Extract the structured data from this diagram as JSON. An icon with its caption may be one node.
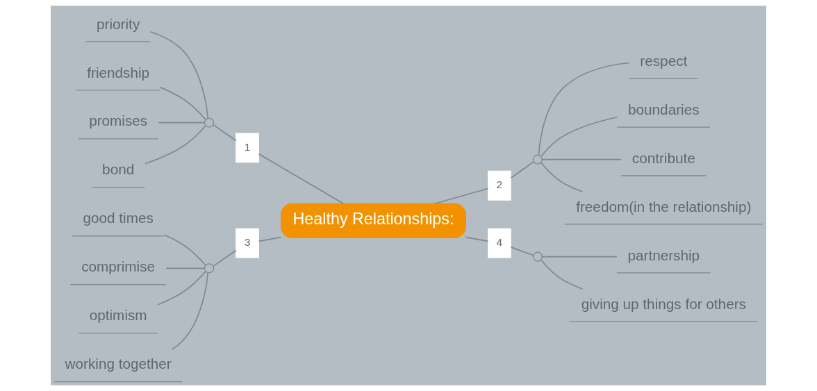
{
  "diagram": {
    "nodes": [
      {
        "text": [
          "Healthy Relationships:"
        ]
      },
      {
        "text": [
          "1"
        ]
      },
      {
        "text": [],
        "shape": "circle"
      },
      {
        "text": [
          "priority"
        ]
      },
      {
        "text": [
          "friendship"
        ]
      },
      {
        "text": [
          "promises"
        ]
      },
      {
        "text": [
          "bond"
        ]
      },
      {
        "text": [
          "2"
        ]
      },
      {
        "text": [],
        "shape": "circle"
      },
      {
        "text": [
          "respect"
        ]
      },
      {
        "text": [
          "boundaries"
        ]
      },
      {
        "text": [
          "contribute"
        ]
      },
      {
        "text": [
          "freedom(in the relationship)"
        ]
      },
      {
        "text": [
          "3"
        ]
      },
      {
        "text": [],
        "shape": "circle"
      },
      {
        "text": [
          "good times"
        ]
      },
      {
        "text": [
          "comprimise"
        ]
      },
      {
        "text": [
          "optimism"
        ]
      },
      {
        "text": [
          "working together"
        ]
      },
      {
        "text": [
          "4"
        ]
      },
      {
        "text": [],
        "shape": "circle"
      },
      {
        "text": [
          "partnership"
        ]
      },
      {
        "text": [
          "giving up things for others"
        ]
      }
    ],
    "edges": [
      {
        "from": 0,
        "to": 1,
        "arrow": "none"
      },
      {
        "from": 1,
        "to": 2,
        "arrow": "none"
      },
      {
        "from": 2,
        "to": 3,
        "arrow": "none"
      },
      {
        "from": 2,
        "to": 4,
        "arrow": "none"
      },
      {
        "from": 2,
        "to": 5,
        "arrow": "none"
      },
      {
        "from": 2,
        "to": 6,
        "arrow": "none"
      },
      {
        "from": 0,
        "to": 7,
        "arrow": "none"
      },
      {
        "from": 7,
        "to": 8,
        "arrow": "none"
      },
      {
        "from": 8,
        "to": 9,
        "arrow": "none"
      },
      {
        "from": 8,
        "to": 10,
        "arrow": "none"
      },
      {
        "from": 8,
        "to": 11,
        "arrow": "none"
      },
      {
        "from": 8,
        "to": 12,
        "arrow": "none"
      },
      {
        "from": 0,
        "to": 13,
        "arrow": "none"
      },
      {
        "from": 13,
        "to": 14,
        "arrow": "none"
      },
      {
        "from": 14,
        "to": 15,
        "arrow": "none"
      },
      {
        "from": 14,
        "to": 16,
        "arrow": "none"
      },
      {
        "from": 14,
        "to": 17,
        "arrow": "none"
      },
      {
        "from": 14,
        "to": 18,
        "arrow": "none"
      },
      {
        "from": 0,
        "to": 19,
        "arrow": "none"
      },
      {
        "from": 19,
        "to": 20,
        "arrow": "none"
      },
      {
        "from": 20,
        "to": 21,
        "arrow": "none"
      },
      {
        "from": 20,
        "to": 22,
        "arrow": "none"
      }
    ]
  }
}
